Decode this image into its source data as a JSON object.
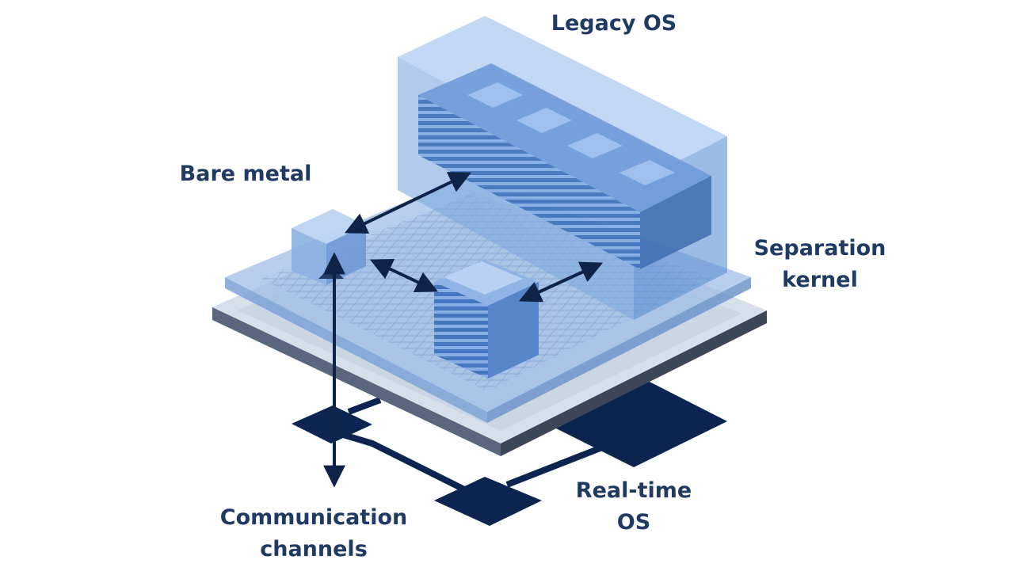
{
  "labels": {
    "legacy_os": "Legacy OS",
    "bare_metal": "Bare metal",
    "separation_kernel": [
      "Separation",
      "kernel"
    ],
    "real_time_os": [
      "Real-time",
      "OS"
    ],
    "communication_channels": [
      "Communication",
      "channels"
    ]
  },
  "colors": {
    "label_text": "#1f3a63",
    "dark_navy": "#0b2550",
    "mid_blue": "#5e8fd0",
    "light_blue": "#a9c6ec",
    "arrow": "#0e2347"
  }
}
